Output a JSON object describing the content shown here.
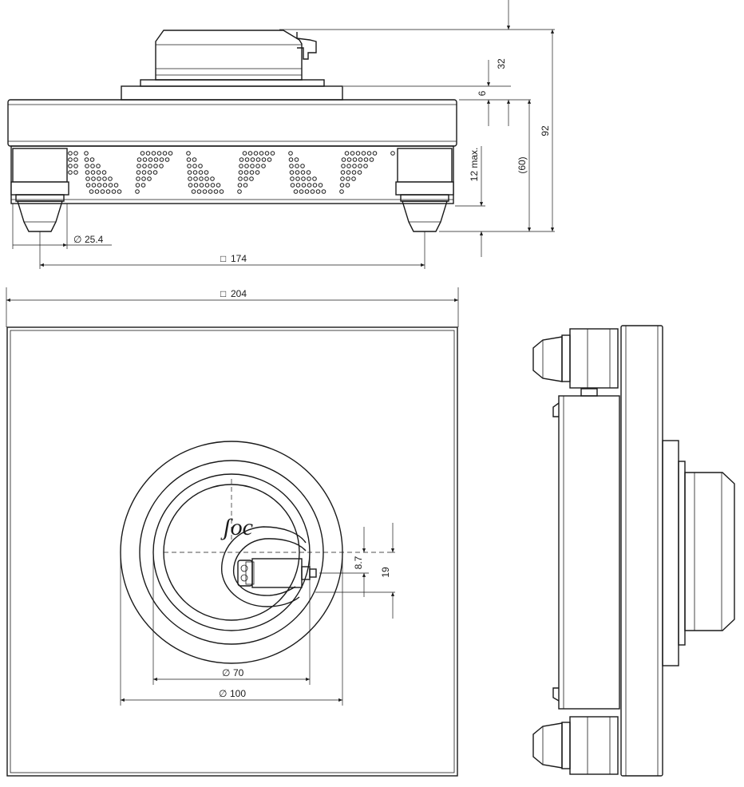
{
  "dimensions": {
    "total_height": "92",
    "top_height": "32",
    "platter_step": "6",
    "body_height": "(60)",
    "feet_height": "12 max.",
    "foot_diameter": "25.4",
    "foot_spacing": "174",
    "overall_width": "204",
    "inner_ring_diameter": "70",
    "outer_ring_diameter": "100",
    "cartridge_offset": "8.7",
    "cartridge_width": "19"
  },
  "symbols": {
    "diameter": "∅",
    "square": "□"
  },
  "logo_text": "ʃoc"
}
